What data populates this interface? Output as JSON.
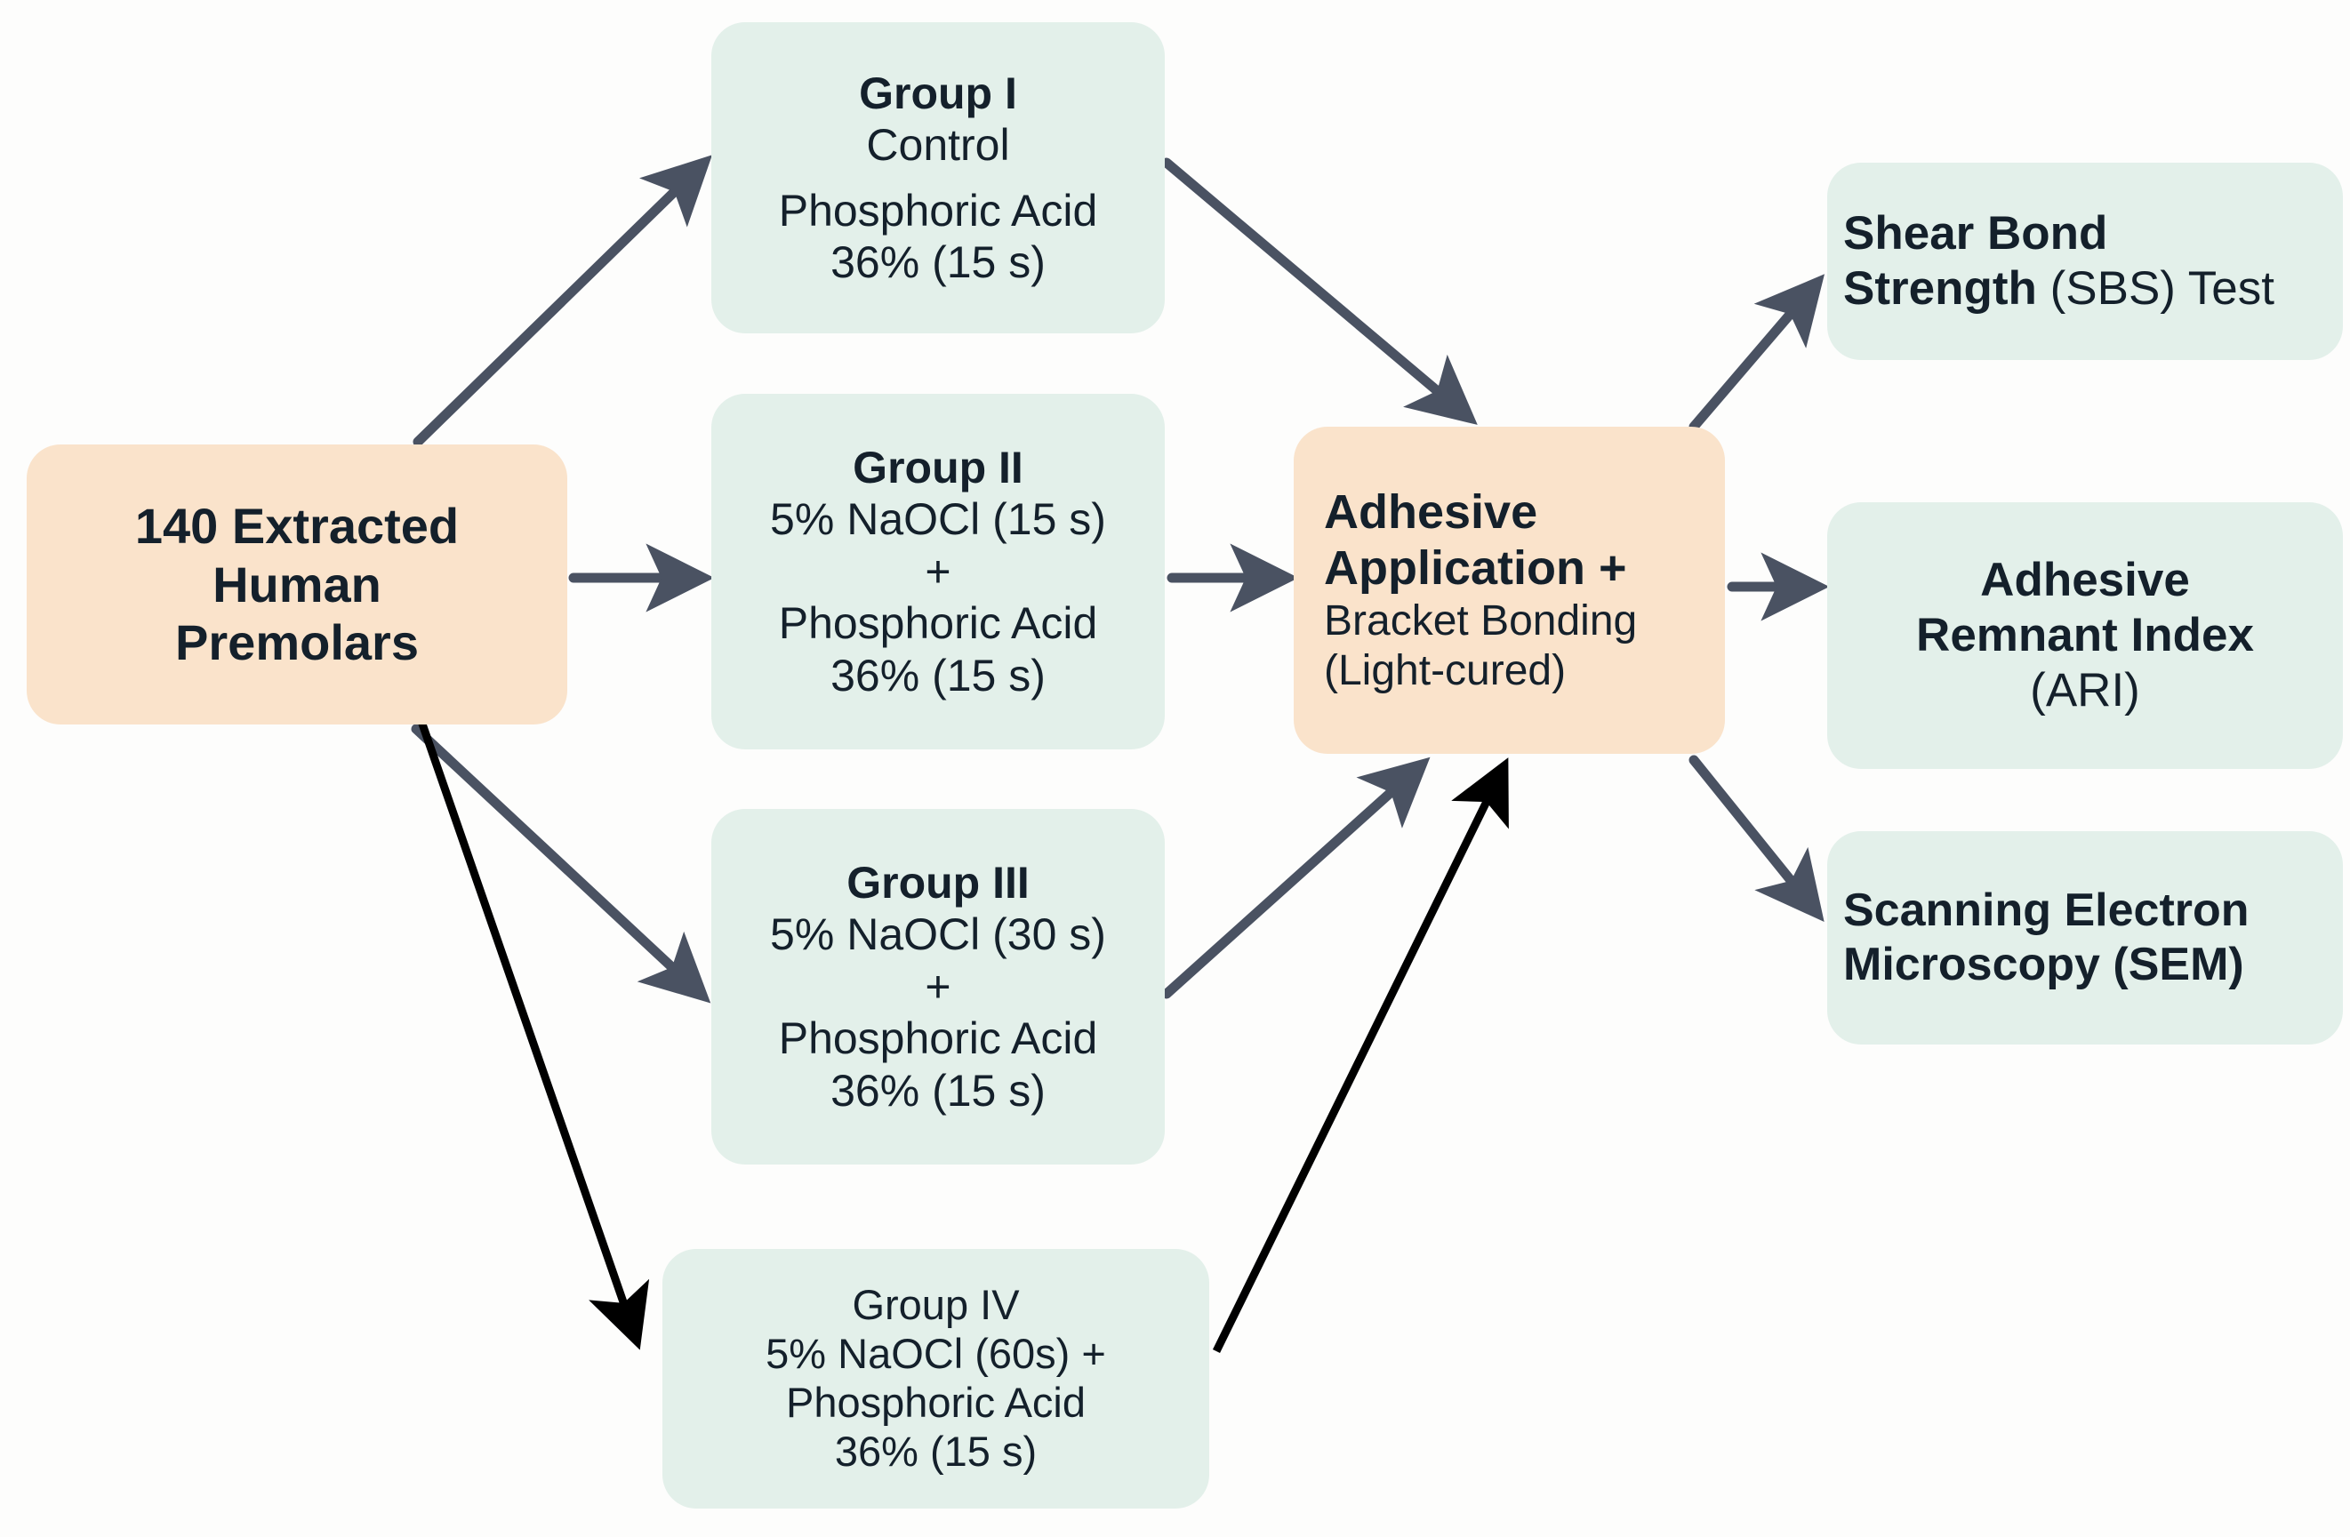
{
  "diagram": {
    "type": "flowchart",
    "title": "Experimental study design flowchart",
    "colors": {
      "background": "#fdfdfc",
      "group_box": "#e3f0ea",
      "highlight_box": "#fae3cb",
      "text": "#14202b",
      "arrow_primary": "#4a5262",
      "arrow_secondary": "#000000"
    }
  },
  "nodes": {
    "source": {
      "lines": [
        "140 Extracted",
        "Human",
        "Premolars"
      ]
    },
    "group1": {
      "title": "Group I",
      "subtitle": "Control",
      "line3": "Phosphoric Acid",
      "line4": "36% (15 s)"
    },
    "group2": {
      "title": "Group II",
      "line2": "5% NaOCl (15 s)",
      "line3": "+",
      "line4": "Phosphoric Acid",
      "line5": "36% (15 s)"
    },
    "group3": {
      "title": "Group III",
      "line2": "5% NaOCl (30 s)",
      "line3": "+",
      "line4": "Phosphoric Acid",
      "line5": "36% (15 s)"
    },
    "group4": {
      "title": "Group IV",
      "line2": "5% NaOCl (60s) +",
      "line3": "Phosphoric Acid",
      "line4": "36% (15 s)"
    },
    "center": {
      "head_line1": "Adhesive",
      "head_line2": "Application +",
      "sub_line1": "Bracket Bonding",
      "sub_line2": "(Light-cured)"
    },
    "sbs": {
      "line1_bold": "Shear Bond",
      "line2_bold": "Strength",
      "line2_regular": " (SBS) Test"
    },
    "ari": {
      "line1": "Adhesive",
      "line2": "Remnant Index",
      "line3": "(ARI)"
    },
    "sem": {
      "line1": "Scanning Electron",
      "line2": "Microscopy (SEM)"
    }
  },
  "edges": [
    {
      "from": "source",
      "to": "group1",
      "style": "slate"
    },
    {
      "from": "source",
      "to": "group2",
      "style": "slate"
    },
    {
      "from": "source",
      "to": "group3",
      "style": "slate"
    },
    {
      "from": "source",
      "to": "group4",
      "style": "black"
    },
    {
      "from": "group1",
      "to": "center",
      "style": "slate"
    },
    {
      "from": "group2",
      "to": "center",
      "style": "slate"
    },
    {
      "from": "group3",
      "to": "center",
      "style": "slate"
    },
    {
      "from": "group4",
      "to": "center",
      "style": "black"
    },
    {
      "from": "center",
      "to": "sbs",
      "style": "slate"
    },
    {
      "from": "center",
      "to": "ari",
      "style": "slate"
    },
    {
      "from": "center",
      "to": "sem",
      "style": "slate"
    }
  ]
}
